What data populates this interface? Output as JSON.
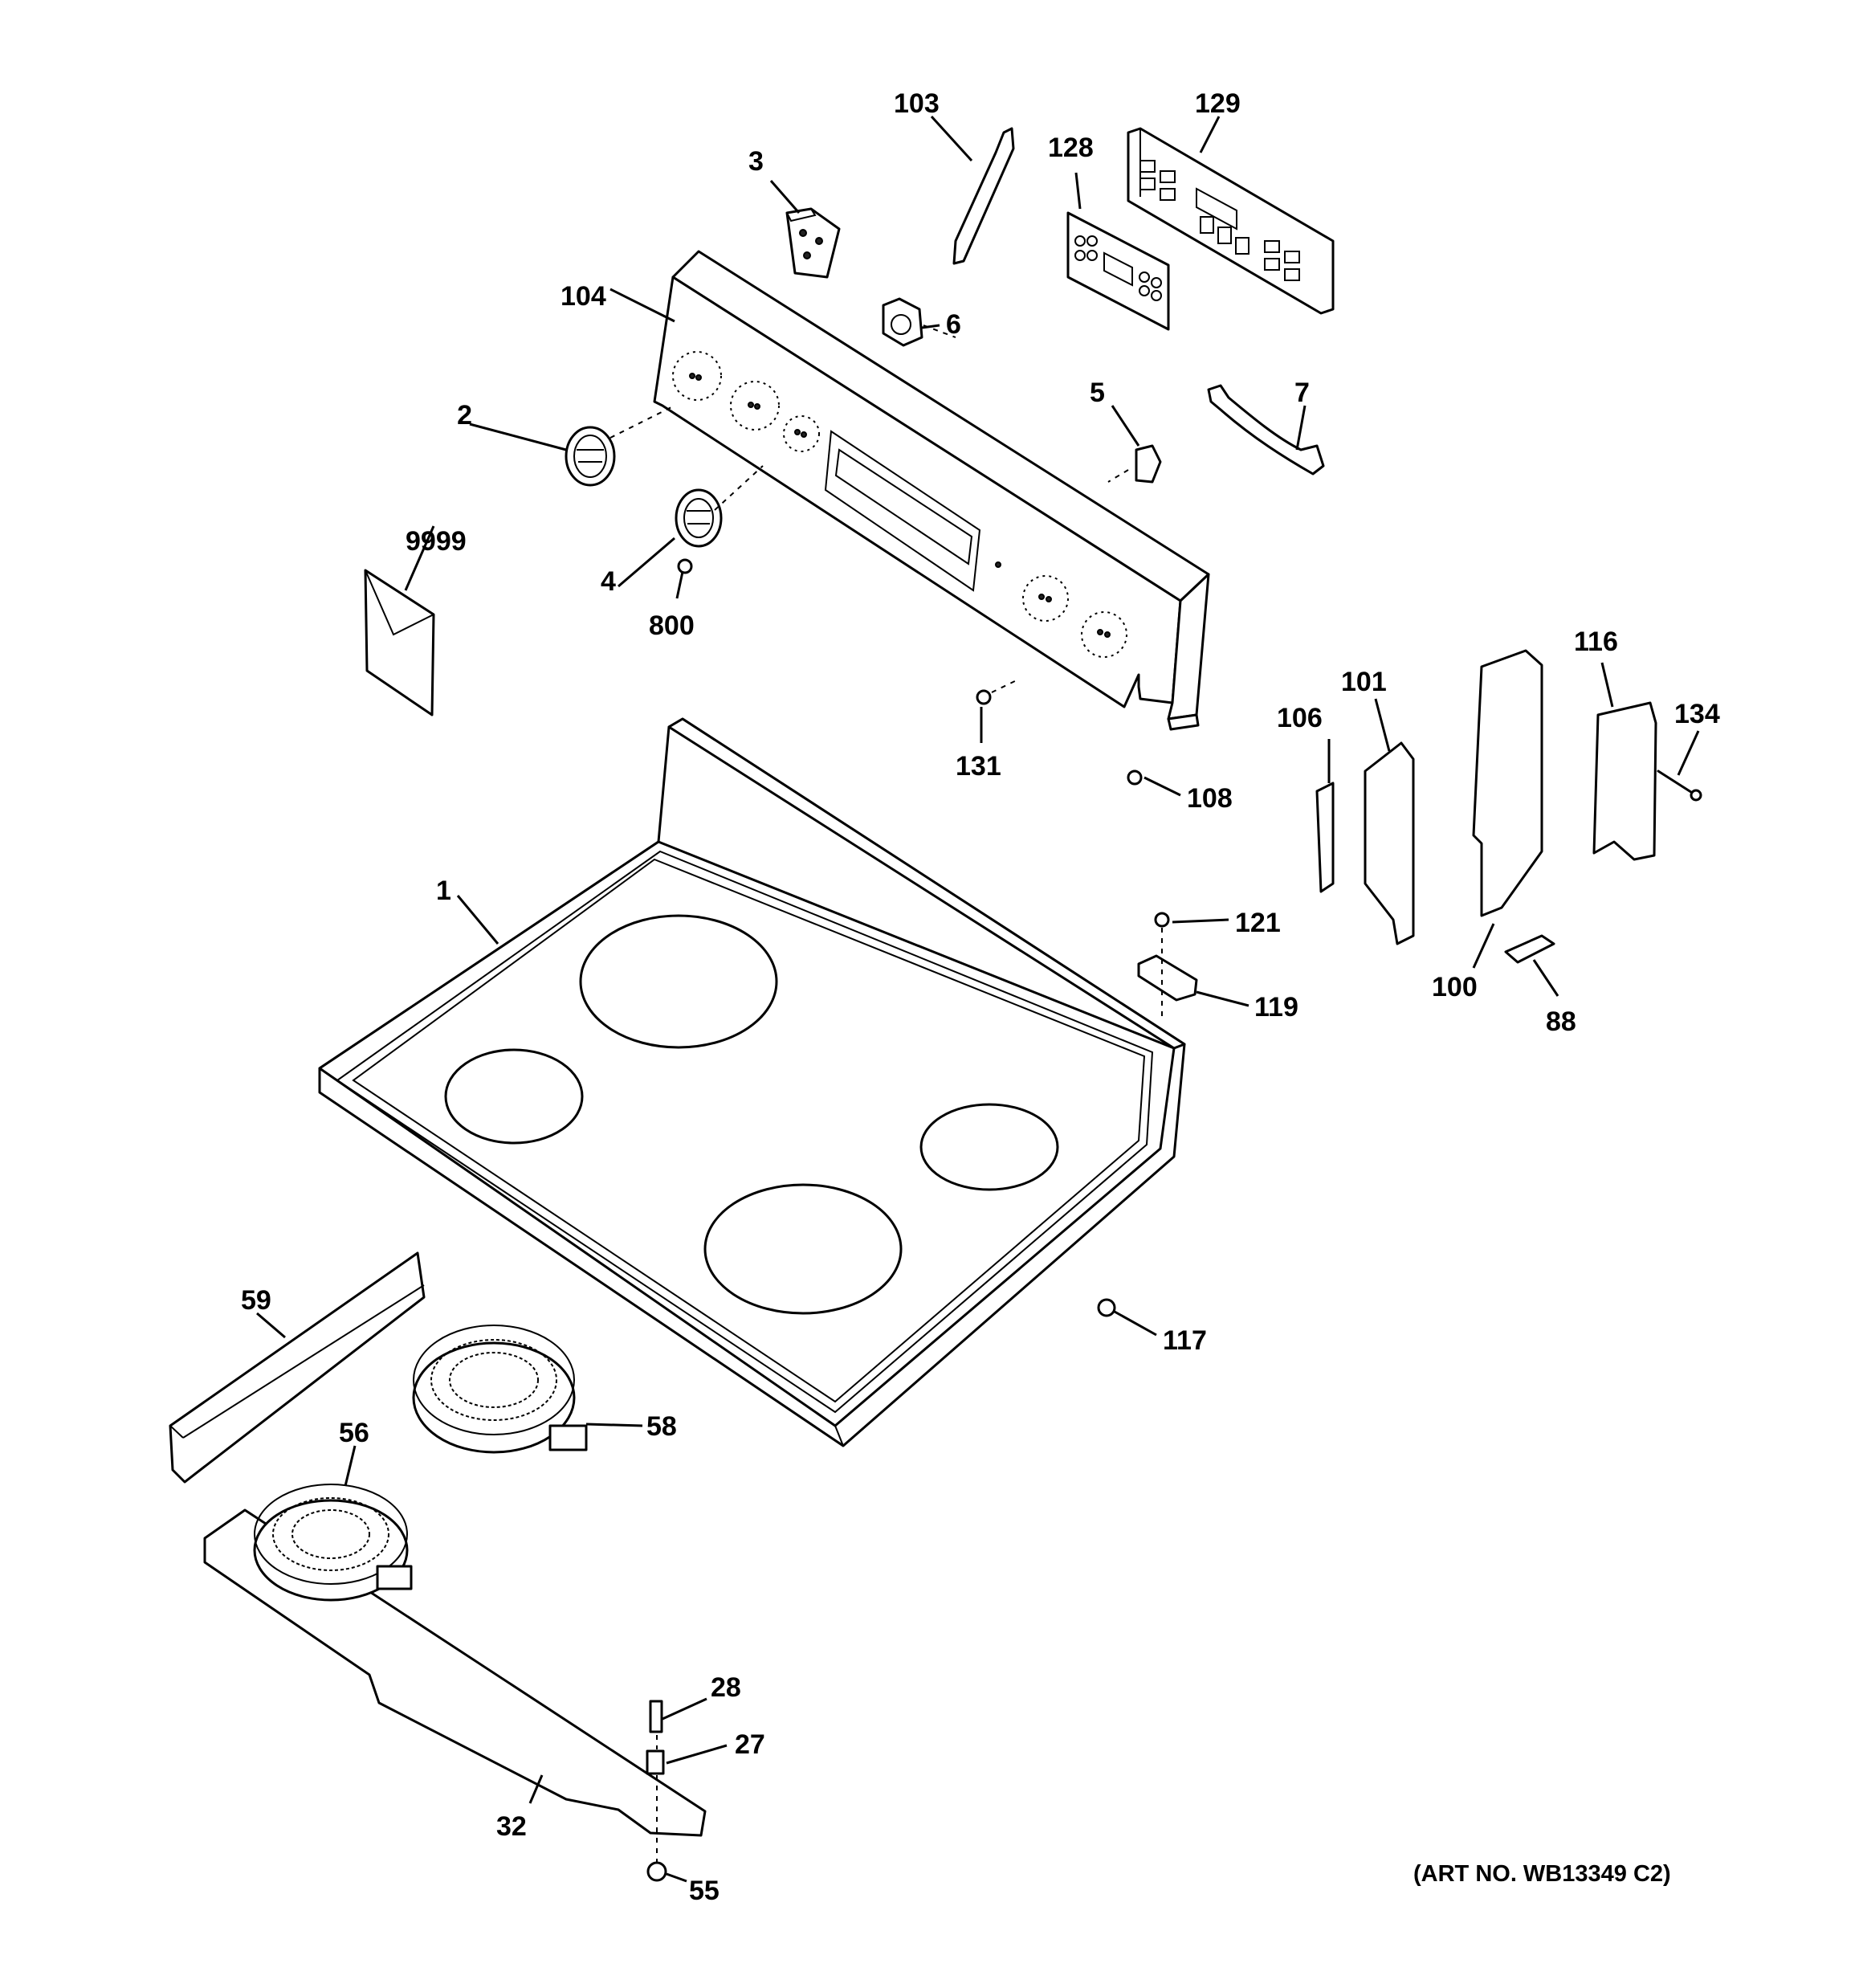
{
  "callouts": {
    "c1": "1",
    "c2": "2",
    "c3": "3",
    "c4": "4",
    "c5": "5",
    "c6": "6",
    "c7": "7",
    "c27": "27",
    "c28": "28",
    "c32": "32",
    "c55": "55",
    "c56": "56",
    "c58": "58",
    "c59": "59",
    "c88": "88",
    "c100": "100",
    "c101": "101",
    "c103": "103",
    "c104": "104",
    "c106": "106",
    "c108": "108",
    "c116": "116",
    "c117": "117",
    "c119": "119",
    "c121": "121",
    "c128": "128",
    "c129": "129",
    "c131": "131",
    "c134": "134",
    "c800": "800",
    "c9999": "9999"
  },
  "art_number": "(ART NO. WB13349 C2)"
}
